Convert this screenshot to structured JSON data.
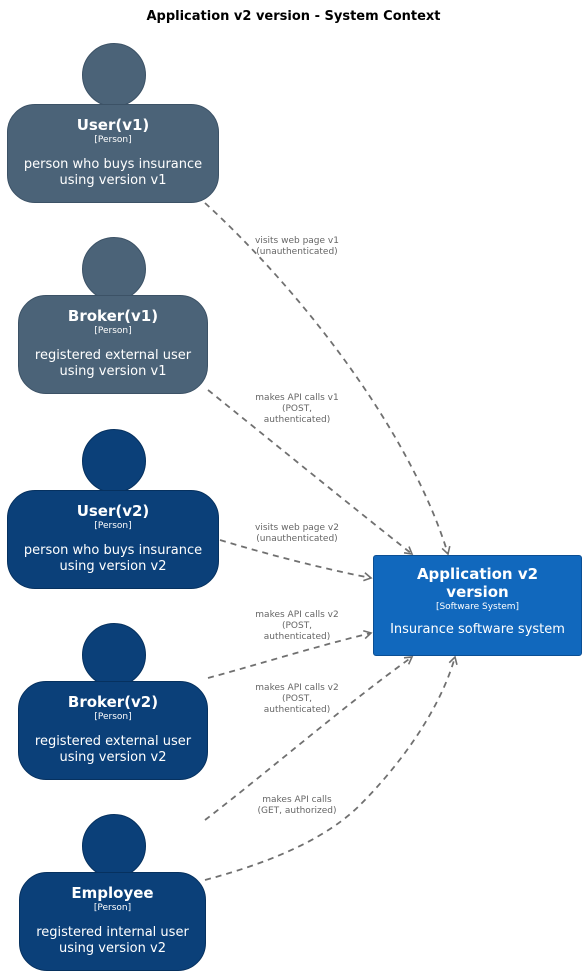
{
  "title": "Application v2 version - System Context",
  "persons": [
    {
      "name": "User(v1)",
      "stype": "[Person]",
      "desc1": "person who buys insurance",
      "desc2": "using version v1"
    },
    {
      "name": "Broker(v1)",
      "stype": "[Person]",
      "desc1": "registered external user",
      "desc2": "using version v1"
    },
    {
      "name": "User(v2)",
      "stype": "[Person]",
      "desc1": "person who buys insurance",
      "desc2": "using version v2"
    },
    {
      "name": "Broker(v2)",
      "stype": "[Person]",
      "desc1": "registered external user",
      "desc2": "using version v2"
    },
    {
      "name": "Employee",
      "stype": "[Person]",
      "desc1": "registered internal user",
      "desc2": "using version v2"
    }
  ],
  "system": {
    "name1": "Application v2",
    "name2": "version",
    "stype": "[Software System]",
    "desc": "Insurance software system"
  },
  "edges": [
    {
      "l1": "visits web page v1",
      "l2": "(unauthenticated)",
      "l3": ""
    },
    {
      "l1": "makes API calls v1",
      "l2": "(POST,",
      "l3": "authenticated)"
    },
    {
      "l1": "visits web page v2",
      "l2": "(unauthenticated)",
      "l3": ""
    },
    {
      "l1": "makes API calls v2",
      "l2": "(POST,",
      "l3": "authenticated)"
    },
    {
      "l1": "makes API calls v2",
      "l2": "(POST,",
      "l3": "authenticated)"
    },
    {
      "l1": "makes API calls",
      "l2": "(GET, authorized)",
      "l3": ""
    }
  ],
  "colors": {
    "v1": "#4b6378",
    "v2": "#0b4079",
    "system": "#1168bd",
    "edge": "#707070"
  }
}
